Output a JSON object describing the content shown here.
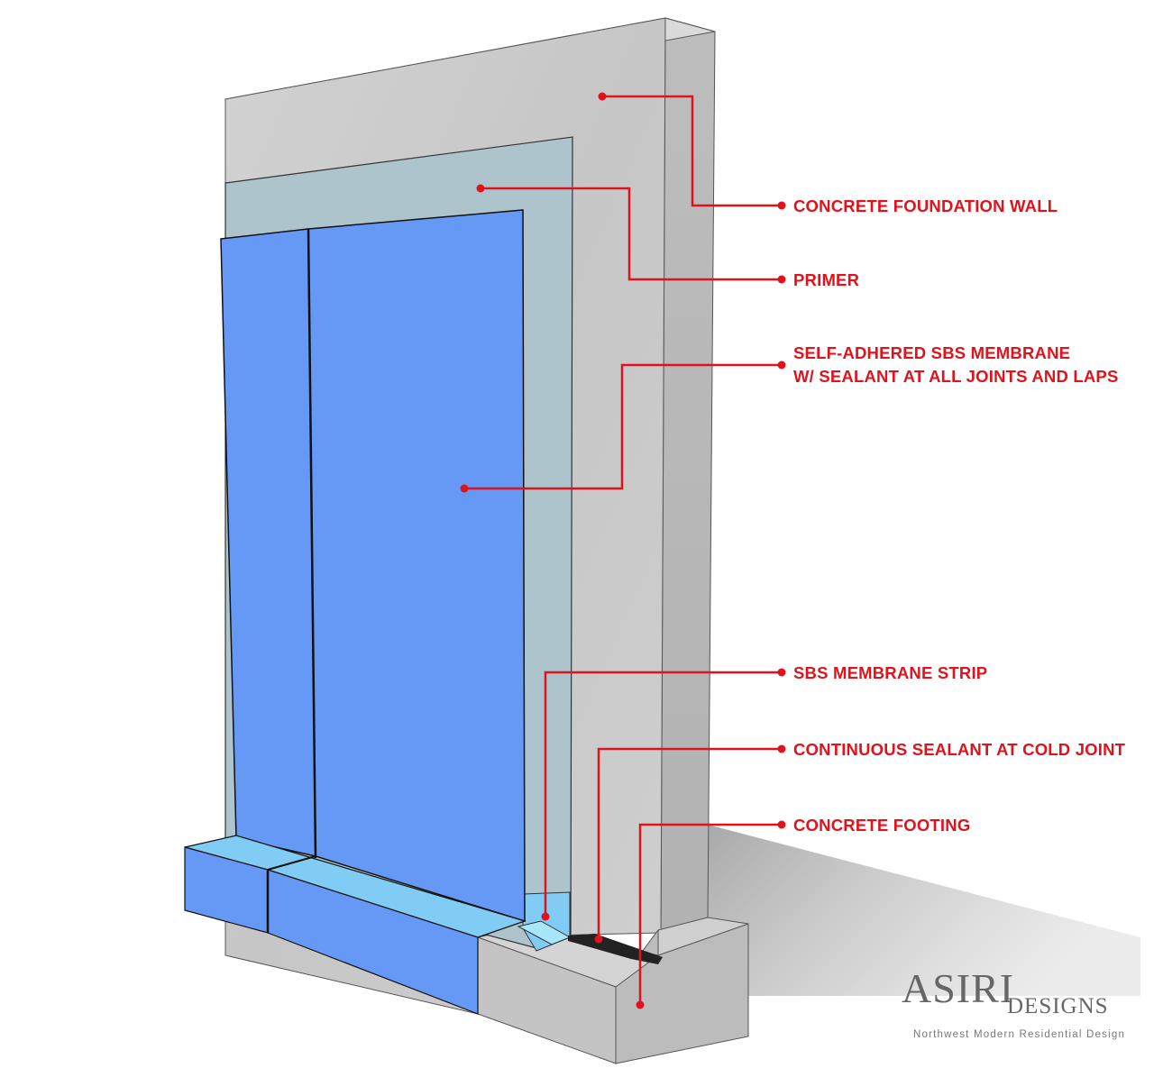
{
  "callouts": [
    {
      "id": "concrete-foundation-wall",
      "label": "CONCRETE FOUNDATION WALL"
    },
    {
      "id": "primer",
      "label": "PRIMER"
    },
    {
      "id": "sbs-membrane",
      "label": "SELF-ADHERED SBS MEMBRANE",
      "label_line2": "W/ SEALANT AT ALL JOINTS AND LAPS"
    },
    {
      "id": "sbs-membrane-strip",
      "label": "SBS MEMBRANE STRIP"
    },
    {
      "id": "continuous-sealant",
      "label": "CONTINUOUS SEALANT AT COLD JOINT"
    },
    {
      "id": "concrete-footing",
      "label": "CONCRETE FOOTING"
    }
  ],
  "logo": {
    "name": "ASIRI",
    "suffix": "DESIGNS",
    "tagline": "Northwest Modern Residential Design"
  },
  "colors": {
    "callout": "#e0121b",
    "membrane": "#6699f5",
    "primer": "#adc4cc",
    "concrete": "#c9c9c9",
    "strip": "#80ccf5"
  }
}
